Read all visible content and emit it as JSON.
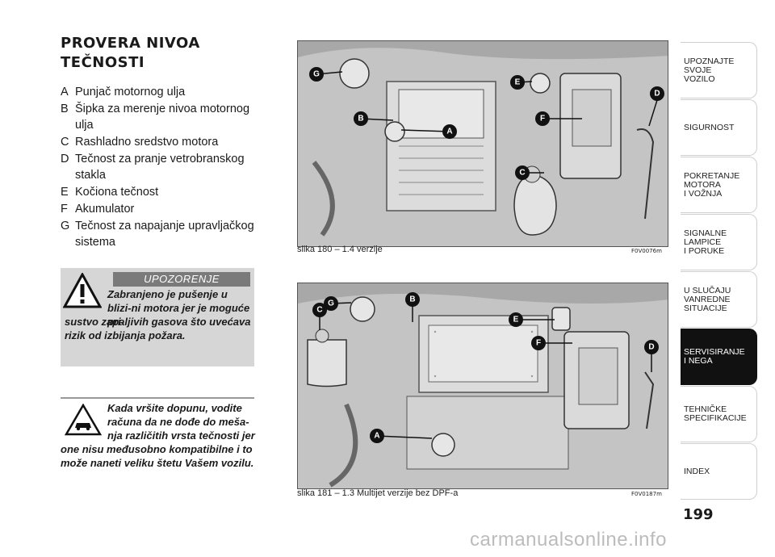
{
  "title": "PROVERA NIVOA TEČNOSTI",
  "legend": [
    {
      "letter": "A",
      "text": "Punjač motornog ulja"
    },
    {
      "letter": "B",
      "text": "Šipka za merenje nivoa motornog ulja"
    },
    {
      "letter": "C",
      "text": "Rashladno sredstvo motora"
    },
    {
      "letter": "D",
      "text": "Tečnost za pranje vetrobranskog stakla"
    },
    {
      "letter": "E",
      "text": "Kočiona tečnost"
    },
    {
      "letter": "F",
      "text": "Akumulator"
    },
    {
      "letter": "G",
      "text": "Tečnost za napajanje upravljačkog sistema"
    }
  ],
  "warning": {
    "heading": "UPOZORENJE",
    "text_line1": "Zabranjeno je pušenje u blizi-ni motora jer je moguće pri-",
    "text_line2": "sustvo zapaljivih gasova što uvećava rizik od izbijanja požara."
  },
  "note": {
    "text_line1": "Kada vršite dopunu, vodite računa da ne dođe do meša-nja različitih vrsta tečnosti jer",
    "text_line2": "one nisu međusobno kompatibilne i to može naneti veliku štetu Vašem vozilu."
  },
  "figures": [
    {
      "caption": "slika 180 – 1.4 verzije",
      "code": "F0V0076m",
      "callouts": [
        "G",
        "E",
        "D",
        "B",
        "A",
        "F",
        "C"
      ]
    },
    {
      "caption": "slika 181 – 1.3 Multijet verzije bez DPF-a",
      "code": "F0V0187m",
      "callouts": [
        "G",
        "B",
        "C",
        "E",
        "F",
        "D",
        "A"
      ]
    }
  ],
  "tabs": [
    {
      "label": "UPOZNAJTE\nSVOJE\nVOZILO",
      "active": false
    },
    {
      "label": "SIGURNOST",
      "active": false
    },
    {
      "label": "POKRETANJE\nMOTORA\nI VOŽNJA",
      "active": false
    },
    {
      "label": "SIGNALNE\nLAMPICE\nI PORUKE",
      "active": false
    },
    {
      "label": "U SLUČAJU\nVANREDNE\nSITUACIJE",
      "active": false
    },
    {
      "label": "SERVISIRANJE\nI NEGA",
      "active": true
    },
    {
      "label": "TEHNIČKE\nSPECIFIKACIJE",
      "active": false
    },
    {
      "label": "INDEX",
      "active": false
    }
  ],
  "page_number": "199",
  "watermark": "carmanualsonline.info",
  "colors": {
    "callout": "#111111",
    "active_tab": "#111111",
    "warning_box": "#d6d6d6"
  },
  "icons": {
    "warning": "warning-triangle-icon",
    "note": "car-caution-icon"
  }
}
